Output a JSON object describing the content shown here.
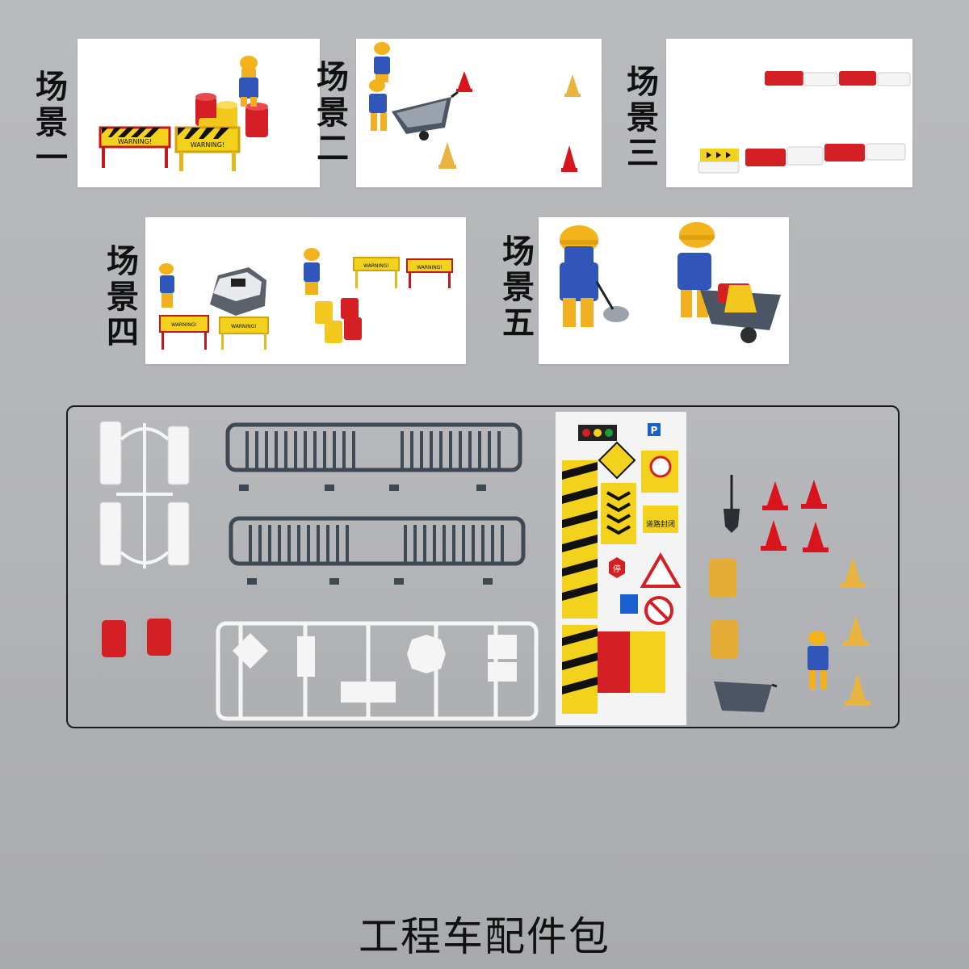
{
  "scenes": [
    {
      "label": [
        "场",
        "景",
        "一"
      ],
      "sign_text": [
        "WARNING!",
        "WARNING!"
      ]
    },
    {
      "label": [
        "场",
        "景",
        "二"
      ]
    },
    {
      "label": [
        "场",
        "景",
        "三"
      ]
    },
    {
      "label": [
        "场",
        "景",
        "四"
      ],
      "sign_text": [
        "WARNING!",
        "WARNING!",
        "WARNING!",
        "WARNING!"
      ]
    },
    {
      "label": [
        "场",
        "景",
        "五"
      ]
    }
  ],
  "stickers": {
    "parking_letter": "P",
    "road_closed": "道路封闭",
    "stop_char": "停"
  },
  "caption": "工程车配件包",
  "colors": {
    "cone_red": "#d8141c",
    "cone_yellow": "#e9b440",
    "barrier_red": "#d41f25",
    "fence_gray": "#3f4954",
    "warning_yellow": "#f3d21e",
    "worker_blue": "#2f56b8",
    "worker_skin": "#f0b020"
  }
}
